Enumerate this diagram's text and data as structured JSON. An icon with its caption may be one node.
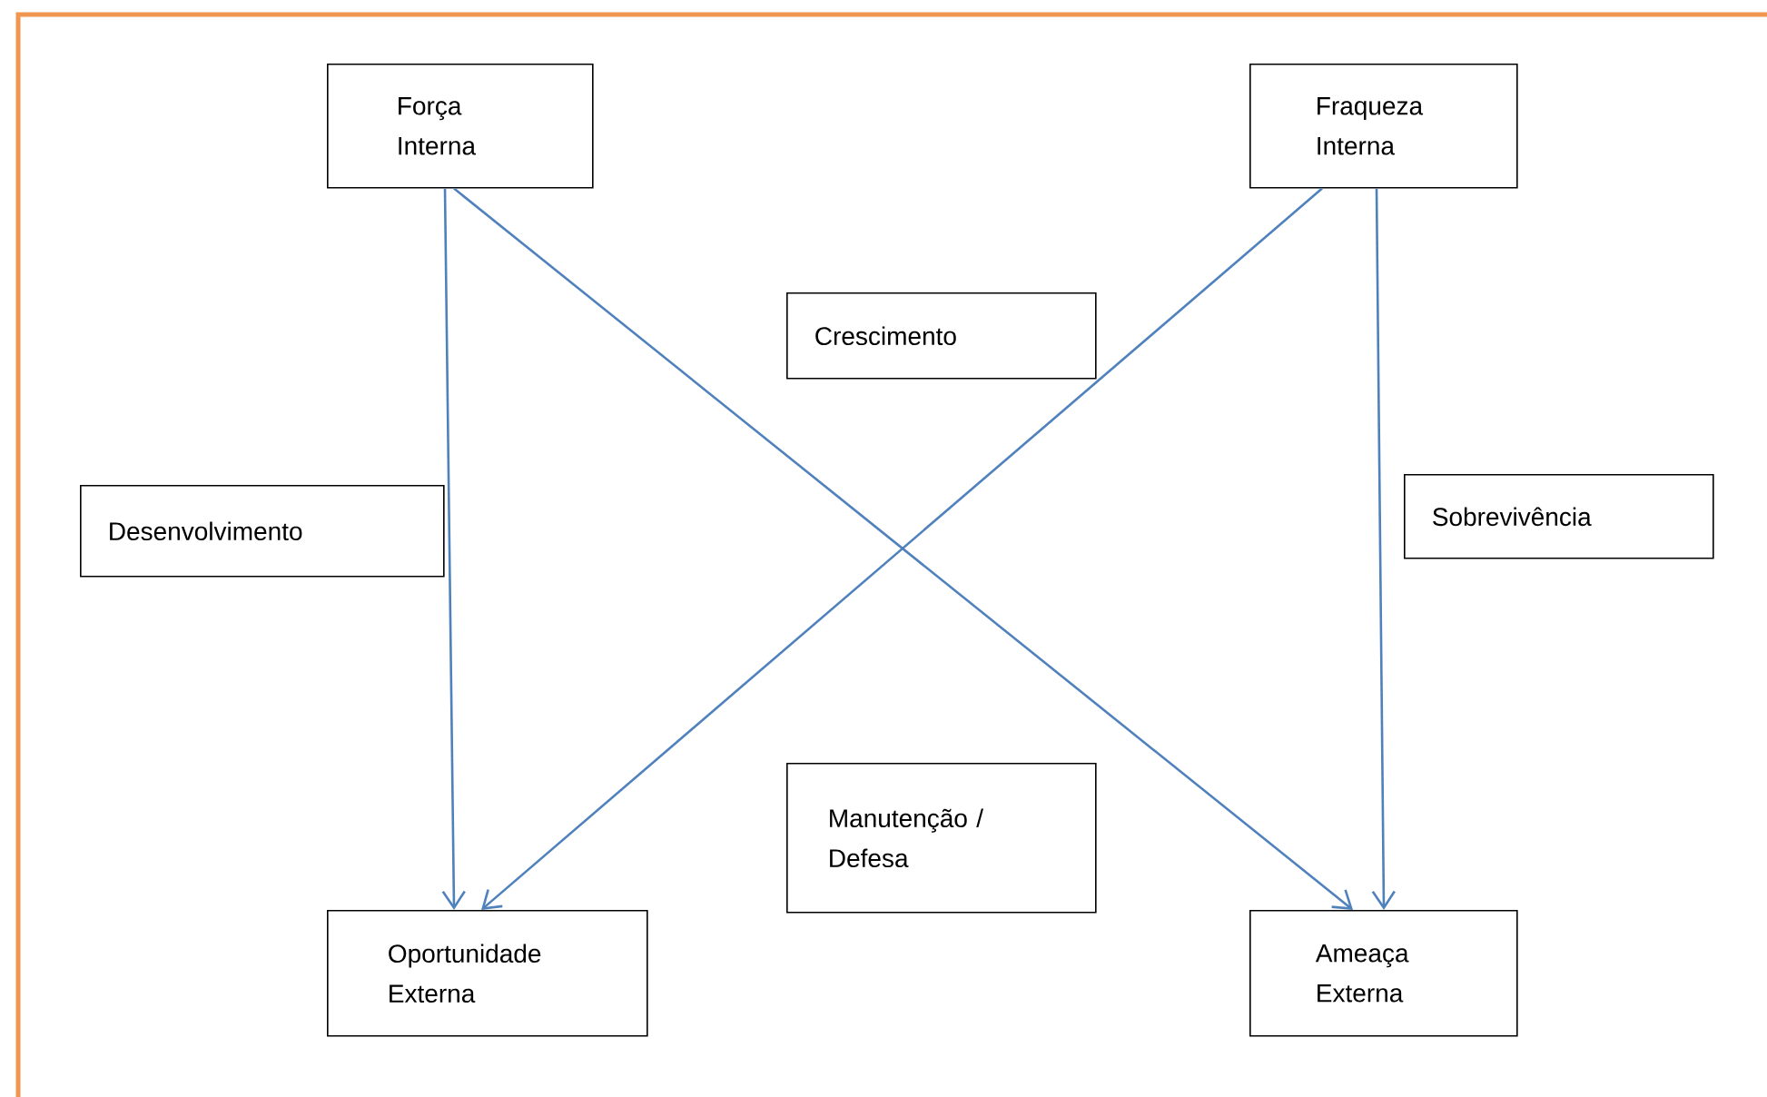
{
  "diagram": {
    "nodes": [
      {
        "text": [
          "Força Interna"
        ]
      },
      {
        "text": [
          "Fraqueza Interna"
        ]
      },
      {
        "text": [
          "Crescimento"
        ]
      },
      {
        "text": [
          "Desenvolvimento"
        ]
      },
      {
        "text": [
          "Sobrevivência"
        ]
      },
      {
        "text": [
          "Manutenção / Defesa"
        ]
      },
      {
        "text": [
          "Oportunidade Externa"
        ]
      },
      {
        "text": [
          "Ameaça Externa"
        ]
      }
    ],
    "edges": [
      {
        "from": 0,
        "to": 6,
        "arrow": "to"
      },
      {
        "from": 0,
        "to": 7,
        "arrow": "to"
      },
      {
        "from": 1,
        "to": 6,
        "arrow": "to"
      },
      {
        "from": 1,
        "to": 7,
        "arrow": "to"
      }
    ]
  }
}
